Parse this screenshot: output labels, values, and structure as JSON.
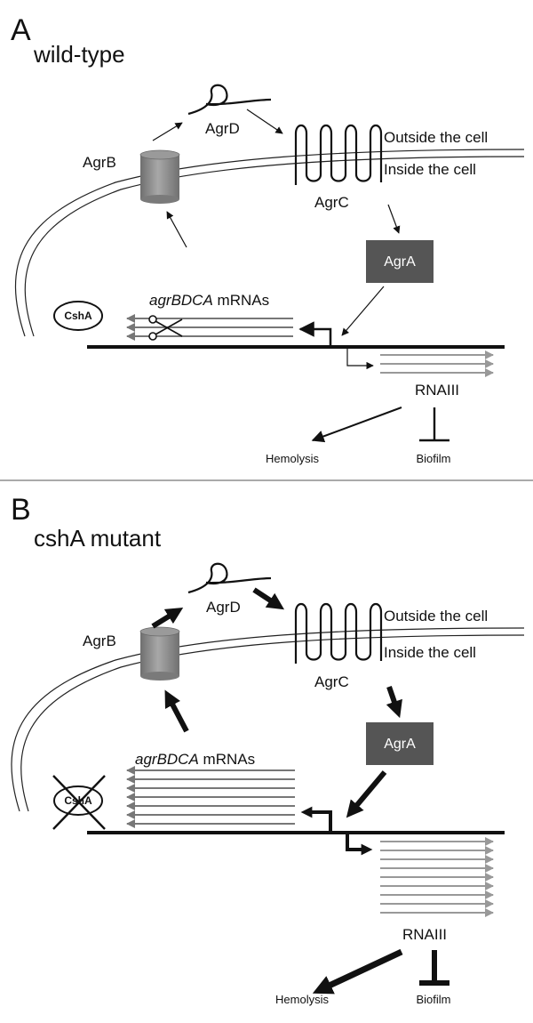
{
  "panel_a": {
    "letter": "A",
    "title": "wild-type",
    "agrB": "AgrB",
    "agrD": "AgrD",
    "agrC": "AgrC",
    "agrA": "AgrA",
    "outside": "Outside the cell",
    "inside": "Inside the cell",
    "csha": "CshA",
    "mrna_italic": "agrBDCA",
    "mrna_suffix": " mRNAs",
    "rnaiii": "RNAIII",
    "hemolysis": "Hemolysis",
    "biofilm": "Biofilm"
  },
  "panel_b": {
    "letter": "B",
    "title": "cshA mutant",
    "agrB": "AgrB",
    "agrD": "AgrD",
    "agrC": "AgrC",
    "agrA": "AgrA",
    "outside": "Outside the cell",
    "inside": "Inside the cell",
    "csha": "CshA",
    "mrna_italic": "agrBDCA",
    "mrna_suffix": " mRNAs",
    "rnaiii": "RNAIII",
    "hemolysis": "Hemolysis",
    "biofilm": "Biofilm"
  },
  "colors": {
    "agrA_box": "#555555",
    "cylinder": "#8a8a8a",
    "transcript": "#777777",
    "rnaiii_line": "#999999"
  }
}
